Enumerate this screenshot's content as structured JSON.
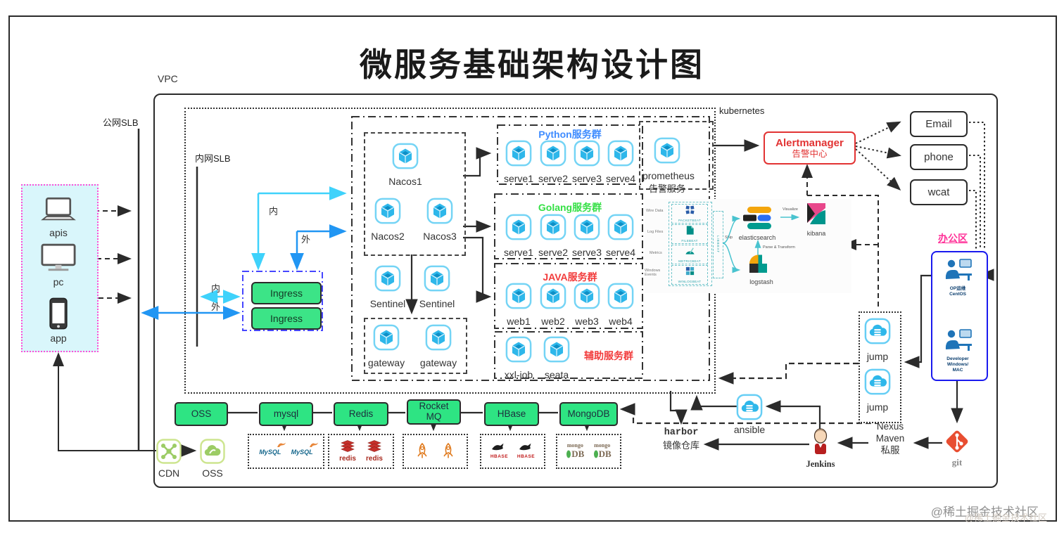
{
  "title": "微服务基础架构设计图",
  "regions": {
    "vpc": "VPC",
    "kubernetes": "kubernetes",
    "office": "办公区"
  },
  "slb": {
    "public": "公网SLB",
    "internal": "内网SLB"
  },
  "flow": {
    "inner_top": "内",
    "outer_top": "外",
    "inner_side": "内",
    "outer_side": "外"
  },
  "devices": [
    {
      "label": "apis"
    },
    {
      "label": "pc"
    },
    {
      "label": "app"
    }
  ],
  "ingress": {
    "buttons": [
      "Ingress",
      "Ingress"
    ]
  },
  "registry": {
    "nacos": [
      "Nacos1",
      "Nacos2",
      "Nacos3"
    ],
    "sentinel": [
      "Sentinel",
      "Sentinel"
    ],
    "gateway": [
      "gateway",
      "gateway"
    ]
  },
  "service_groups": [
    {
      "title": "Python服务群",
      "color": "#3f8cff",
      "items": [
        "serve1",
        "serve2",
        "serve3",
        "serve4"
      ]
    },
    {
      "title": "Golang服务群",
      "color": "#35e045",
      "items": [
        "serve1",
        "serve2",
        "serve3",
        "serve4"
      ]
    },
    {
      "title": "JAVA服务群",
      "color": "#f23b3b",
      "items": [
        "web1",
        "web2",
        "web3",
        "web4"
      ]
    },
    {
      "title": "辅助服务群",
      "color": "#f23b3b",
      "items": [
        "xxl-job",
        "seata"
      ]
    }
  ],
  "monitoring": {
    "prometheus": "prometheus",
    "prometheus_sub": "告警服务",
    "alertmanager": "Alertmanager",
    "alertmanager_sub": "告警中心",
    "channels": [
      "Email",
      "phone",
      "wcat"
    ]
  },
  "elk": {
    "sources": [
      "Wire Data",
      "Log Files",
      "Metrics",
      "Windows Events"
    ],
    "beats": [
      "PACKETBEAT",
      "FILEBEAT",
      "METRICBEAT",
      "WINLOGBEAT"
    ],
    "libbeat": "LIBBEAT",
    "ship": "Ship",
    "visualize": "Visualize",
    "parse": "Parse & Transform",
    "elasticsearch": "elasticsearch",
    "kibana": "kibana",
    "logstash": "logstash"
  },
  "office": {
    "ops": [
      "OP运维",
      "CentOS"
    ],
    "dev": [
      "Developer",
      "Windows/",
      "MAC"
    ]
  },
  "jump": [
    "jump",
    "jump"
  ],
  "storage_row": [
    "OSS",
    "mysql",
    "Redis",
    "Rocket MQ",
    "HBase",
    "MongoDB"
  ],
  "instances": {
    "mysql": [
      "MySQL",
      "MySQL"
    ],
    "redis": [
      "redis",
      "redis"
    ],
    "hbase": [
      "HBASE",
      "HBASE"
    ],
    "mongodb": [
      {
        "t": "mongo",
        "b": "DB"
      },
      {
        "t": "mongo",
        "b": "DB"
      }
    ]
  },
  "edge": {
    "cdn": "CDN",
    "oss": "OSS"
  },
  "cicd": {
    "harbor": "harbor",
    "harbor_sub": "镜像仓库",
    "ansible": "ansible",
    "jenkins": "Jenkins",
    "nexus": [
      "Nexus",
      "Maven",
      "私服"
    ],
    "git": "git"
  },
  "watermark": {
    "main": "@稀土掘金技术社区",
    "echo": "@稀土掘金技术社区"
  }
}
